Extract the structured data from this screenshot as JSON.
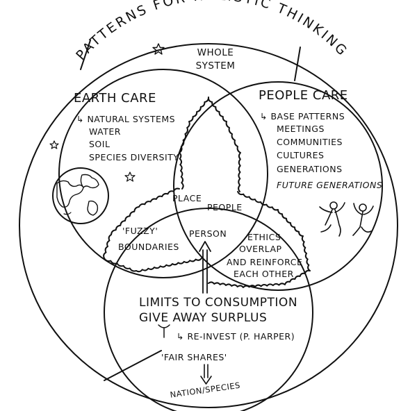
{
  "title": "PATTERNS FOR HOLISTIC THINKING",
  "whole_system": [
    "WHOLE",
    "SYSTEM"
  ],
  "earth_care": {
    "heading": "EARTH CARE",
    "items": [
      "NATURAL SYSTEMS",
      "WATER",
      "SOIL",
      "SPECIES DIVERSITY"
    ]
  },
  "people_care": {
    "heading": "PEOPLE CARE",
    "items": [
      "BASE PATTERNS",
      "MEETINGS",
      "COMMUNITIES",
      "CULTURES",
      "GENERATIONS",
      "FUTURE GENERATIONS"
    ]
  },
  "center": {
    "place": "PLACE",
    "people": "PEOPLE",
    "person": "PERSON",
    "fuzzy": [
      "'FUZZY'",
      "BOUNDARIES"
    ],
    "ethics": [
      "ETHICS",
      "OVERLAP",
      "AND REINFORCE",
      "EACH OTHER"
    ]
  },
  "fair_shares": {
    "limits": "LIMITS TO CONSUMPTION",
    "give_away": "GIVE AWAY SURPLUS",
    "reinvest": "RE-INVEST (P. HARPER)",
    "label": "'FAIR SHARES'",
    "bottom": "NATION/SPECIES"
  },
  "icons": [
    "star-icon",
    "globe-icon",
    "dancing-people-icon",
    "arrow-icon"
  ],
  "colors": {
    "ink": "#111111",
    "paper": "#ffffff"
  }
}
